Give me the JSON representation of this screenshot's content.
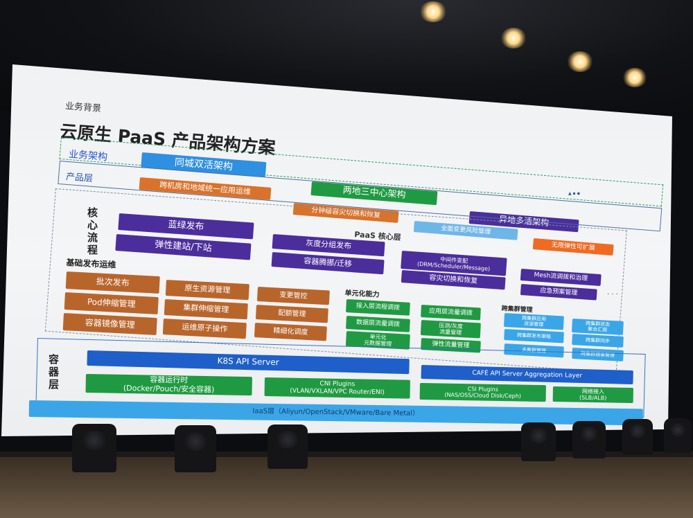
{
  "section_label": "业务背景",
  "title": "云原生 PaaS 产品架构方案",
  "business_arch": {
    "label": "业务架构",
    "items": [
      "同城双活架构",
      "两地三中心架构",
      "异地多活架构"
    ]
  },
  "product_layer": {
    "label": "产品层",
    "items": [
      "跨机房和地域统一应用运维",
      "分钟级容灾切换和恢复",
      "全面变更风险管理",
      "无限弹性可扩展"
    ]
  },
  "core_flow": {
    "label": "核心流程",
    "items": [
      "蓝绿发布",
      "弹性建站/下站"
    ]
  },
  "paas_core": {
    "label": "PaaS 核心层",
    "items": [
      "灰度分组发布",
      "容器腾挪/迁移",
      "中间件变配\n(DRM/Scheduler/Message)",
      "容灾切换和恢复",
      "Mesh流调拨和治理",
      "应急预案管理"
    ],
    "ellipsis": "· · ·"
  },
  "basic_release": {
    "label": "基础发布运维",
    "items": [
      "批次发布",
      "Pod伸缩管理",
      "容器镜像管理",
      "原生资源管理",
      "集群伸缩管理",
      "运维原子操作",
      "变更管控",
      "配额管理",
      "精细化调度"
    ]
  },
  "unitization": {
    "label": "单元化能力",
    "items": [
      "接入层流程调拨",
      "数据层流量调拨",
      "单元化\n元数据管理",
      "应用层流量调拨",
      "压测/灰度\n流量管理",
      "弹性流量管理"
    ]
  },
  "cross_cluster": {
    "label": "跨集群管理",
    "items": [
      "跨集群应用\n资源管理",
      "跨集群发布策略",
      "多集群管理",
      "跨集群状态\n聚合汇报",
      "跨集群同步",
      "跨集群镜像管理"
    ]
  },
  "container_layer": {
    "label": "容器层",
    "k8s": "K8S API Server",
    "cafe": "CAFÉ API Server Aggregation Layer",
    "runtime": "容器运行时\n(Docker/Pouch/安全容器)",
    "cni": "CNI Plugins\n(VLAN/VXLAN/VPC Router/ENI)",
    "csi": "CSI Plugins\n(NAS/OSS/Cloud Disk/Ceph)",
    "lb": "网络接入\n(SLB/ALB)"
  },
  "iaas": "IaaS层（Aliyun/OpenStack/VMware/Bare Metal）",
  "colors": {
    "purple": "#4b2e9c",
    "orange": "#d9722a",
    "green": "#1f9a42",
    "blue": "#1e5fc9",
    "cyan": "#3aa6e8"
  }
}
